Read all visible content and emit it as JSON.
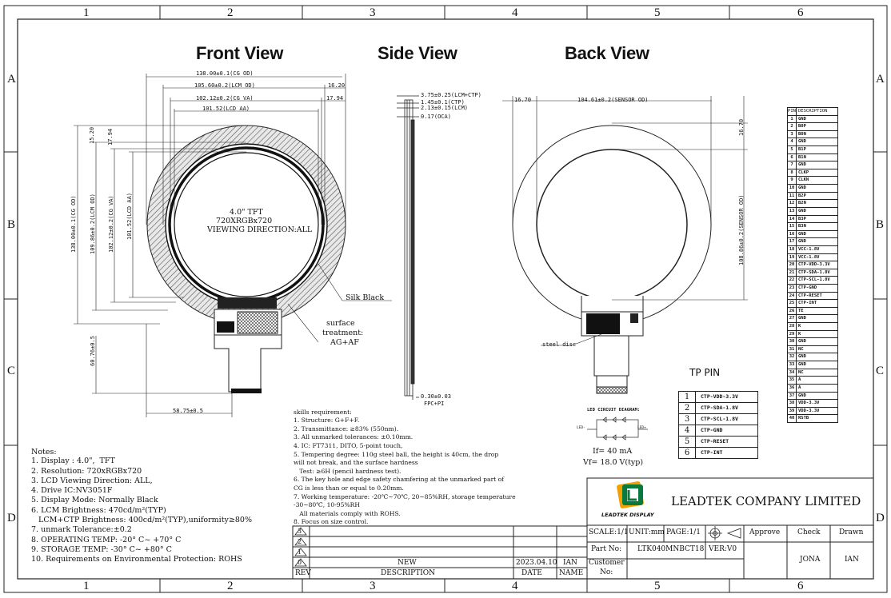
{
  "grid": {
    "columns": [
      "1",
      "2",
      "3",
      "4",
      "5",
      "6"
    ],
    "rows": [
      "A",
      "B",
      "C",
      "D"
    ]
  },
  "views": {
    "front": "Front View",
    "side": "Side View",
    "back": "Back View"
  },
  "front": {
    "dims_top": [
      "138.00±0.1(CG OD)",
      "105.60±0.2(LCM OD)",
      "16.20",
      "102.12±0.2(CG VA)",
      "17.94",
      "101.52(LCD AA)"
    ],
    "dims_left": [
      "15.20",
      "17.94",
      "138.00±0.1(CG OD)",
      "109.86±0.2(LCM OD)",
      "102.12±0.2(CG VA)",
      "101.52(LCD AA)",
      "60.76±0.5"
    ],
    "dim_bottom": "58.75±0.5",
    "center_lines": [
      "4.0\" TFT",
      "720XRGBx720",
      "VIEWING DIRECTION:ALL"
    ],
    "callout_silk": "Silk Black",
    "callout_surface": [
      "surface",
      "treatment:",
      "AG+AF"
    ]
  },
  "side": {
    "dims": [
      "3.75±0.25(LCM+CTP)",
      "1.45±0.1(CTP)",
      "2.13±0.15(LCM)",
      "0.17(OCA)"
    ],
    "bottom_dim": "0.30±0.03",
    "bottom_label": "FPC+PI"
  },
  "back": {
    "dim_left": "16.70",
    "dim_top": "104.61±0.2(SENSOR OD)",
    "dim_right_top": "16.70",
    "dim_right": "108.86±0.2(SENSOR OD)",
    "steel_disc": "steel disc"
  },
  "led": {
    "title": "LED CIRCUIT DIAGRAM:",
    "led_minus": "LED-",
    "led_plus": "LED+",
    "if_text": "If= 40 mA",
    "vf_text": "Vf= 18.0 V(typ)"
  },
  "tp_pin": {
    "title": "TP PIN",
    "rows": [
      {
        "no": "1",
        "desc": "CTP-VDD-3.3V"
      },
      {
        "no": "2",
        "desc": "CTP-SDA-1.8V"
      },
      {
        "no": "3",
        "desc": "CTP-SCL-1.8V"
      },
      {
        "no": "4",
        "desc": "CTP-GND"
      },
      {
        "no": "5",
        "desc": "CTP-RESET"
      },
      {
        "no": "6",
        "desc": "CTP-INT"
      }
    ]
  },
  "pin_table": {
    "header_pin": "PIN",
    "header_desc": "DESCRIPTION",
    "rows": [
      {
        "no": "1",
        "desc": "GND"
      },
      {
        "no": "2",
        "desc": "B0P"
      },
      {
        "no": "3",
        "desc": "B0N"
      },
      {
        "no": "4",
        "desc": "GND"
      },
      {
        "no": "5",
        "desc": "B1P"
      },
      {
        "no": "6",
        "desc": "B1N"
      },
      {
        "no": "7",
        "desc": "GND"
      },
      {
        "no": "8",
        "desc": "CLKP"
      },
      {
        "no": "9",
        "desc": "CLKN"
      },
      {
        "no": "10",
        "desc": "GND"
      },
      {
        "no": "11",
        "desc": "B2P"
      },
      {
        "no": "12",
        "desc": "B2N"
      },
      {
        "no": "13",
        "desc": "GND"
      },
      {
        "no": "14",
        "desc": "B3P"
      },
      {
        "no": "15",
        "desc": "B3N"
      },
      {
        "no": "16",
        "desc": "GND"
      },
      {
        "no": "17",
        "desc": "GND"
      },
      {
        "no": "18",
        "desc": "VCC-1.8V"
      },
      {
        "no": "19",
        "desc": "VCC-1.8V"
      },
      {
        "no": "20",
        "desc": "CTP-VDD-3.3V"
      },
      {
        "no": "21",
        "desc": "CTP-SDA-1.8V"
      },
      {
        "no": "22",
        "desc": "CTP-SCL-1.8V"
      },
      {
        "no": "23",
        "desc": "CTP-GND"
      },
      {
        "no": "24",
        "desc": "CTP-RESET"
      },
      {
        "no": "25",
        "desc": "CTP-INT"
      },
      {
        "no": "26",
        "desc": "TE"
      },
      {
        "no": "27",
        "desc": "GND"
      },
      {
        "no": "28",
        "desc": "K"
      },
      {
        "no": "29",
        "desc": "K"
      },
      {
        "no": "30",
        "desc": "GND"
      },
      {
        "no": "31",
        "desc": "NC"
      },
      {
        "no": "32",
        "desc": "GND"
      },
      {
        "no": "33",
        "desc": "GND"
      },
      {
        "no": "34",
        "desc": "NC"
      },
      {
        "no": "35",
        "desc": "A"
      },
      {
        "no": "36",
        "desc": "A"
      },
      {
        "no": "37",
        "desc": "GND"
      },
      {
        "no": "38",
        "desc": "VDD-3.3V"
      },
      {
        "no": "39",
        "desc": "VDD-3.3V"
      },
      {
        "no": "40",
        "desc": "RSTB"
      }
    ]
  },
  "notes": {
    "heading": "Notes:",
    "items": [
      "1. Display : 4.0\",  TFT",
      "2. Resolution: 720xRGBx720",
      "3. LCD Viewing Direction: ALL,",
      "4. Drive IC:NV3051F",
      "5. Display Mode: Normally Black",
      "6. LCM Brightness: 470cd/m²(TYP)",
      "   LCM+CTP Brightness: 400cd/m²(TYP),uniformity≥80%",
      "7. unmark Tolerance:±0.2",
      "8. OPERATING TEMP: -20° C~ +70° C",
      "9. STORAGE TEMP: -30° C~ +80° C",
      "10. Requirements on Environmental Protection: ROHS"
    ]
  },
  "requirements": {
    "heading": "skills requirement:",
    "items": [
      "1. Structure: G+F+F.",
      "2. Transmittance: ≥83% (550nm).",
      "3. All unmarked tolerances: ±0.10mm.",
      "4. IC: FT7311, DITO, 5-point touch,",
      "5. Tempering degree: 110g steel ball, the height is 40cm, the drop",
      "will not break, and the surface hardness",
      "   Test: ≥6H (pencil hardness test).",
      "6. The key hole and edge safety chamfering at the unmarked part of",
      "CG is less than or equal to 0.20mm.",
      "7. Working temperature: -20℃~70℃, 20~85%RH, storage temperature",
      "-30~80℃, 10-95%RH",
      "   All materials comply with ROHS.",
      "8. Focus on size control."
    ]
  },
  "revision": {
    "rows": [
      "3",
      "2",
      "1",
      "0"
    ],
    "rev_value": "NEW",
    "date_value": "2023.04.10",
    "name_value": "IAN",
    "col_rev": "REV",
    "col_desc": "DESCRIPTION",
    "col_date": "DATE",
    "col_name": "NAME"
  },
  "title_block": {
    "company": "LEADTEK COMPANY LIMITED",
    "logo_text": "LEADTEK DISPLAY",
    "scale": "SCALE:1/1",
    "unit": "UNIT:mm",
    "page": "PAGE:1/1",
    "approve": "Approve",
    "check": "Check",
    "drawn": "Drawn",
    "part_label": "Part No:",
    "part_no": "LTK040MNBCT18",
    "ver": "VER:V0",
    "customer_label": "Customer",
    "customer_no": "No:",
    "check_name": "JONA",
    "drawn_name": "IAN"
  }
}
